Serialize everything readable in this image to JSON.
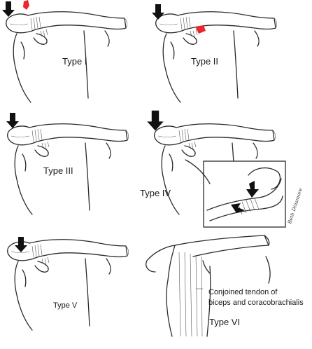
{
  "panels": [
    {
      "id": "type-1",
      "label": "Type I"
    },
    {
      "id": "type-2",
      "label": "Type II"
    },
    {
      "id": "type-3",
      "label": "Type III"
    },
    {
      "id": "type-4",
      "label": "Type IV"
    },
    {
      "id": "type-5",
      "label": "Type V"
    },
    {
      "id": "type-6",
      "label": "Type VI"
    }
  ],
  "type6_annotation": {
    "line1": "Conjoined tendon of",
    "line2": "biceps and coracobrachialis"
  },
  "signature": "Beth Dinsmore",
  "colors": {
    "line": "#2a2a2a",
    "arrow": "#111111",
    "injury_highlight": "#e8262b",
    "background": "#ffffff"
  },
  "icons": [
    "downward-arrow-icon",
    "red-tear-icon"
  ]
}
